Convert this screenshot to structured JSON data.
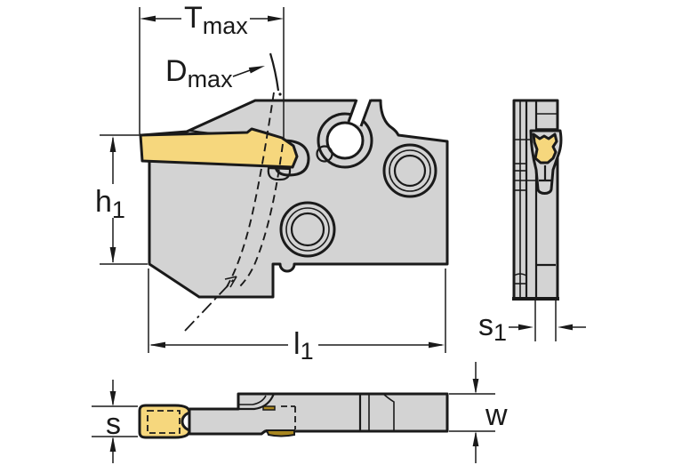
{
  "labels": {
    "t_max": {
      "base": "T",
      "sub": "max"
    },
    "d_max": {
      "base": "D",
      "sub": "max"
    },
    "h1": {
      "base": "h",
      "sub": "1"
    },
    "l1": {
      "base": "l",
      "sub": "1"
    },
    "s1": {
      "base": "s",
      "sub": "1"
    },
    "s": {
      "base": "s"
    },
    "w": {
      "base": "w"
    }
  },
  "colors": {
    "background": "#ffffff",
    "line": "#1a1a1a",
    "body_fill": "#d3d3d3",
    "insert_fill": "#f6d77d",
    "insert_dark": "#a8861f",
    "hole_fill": "#ffffff"
  }
}
